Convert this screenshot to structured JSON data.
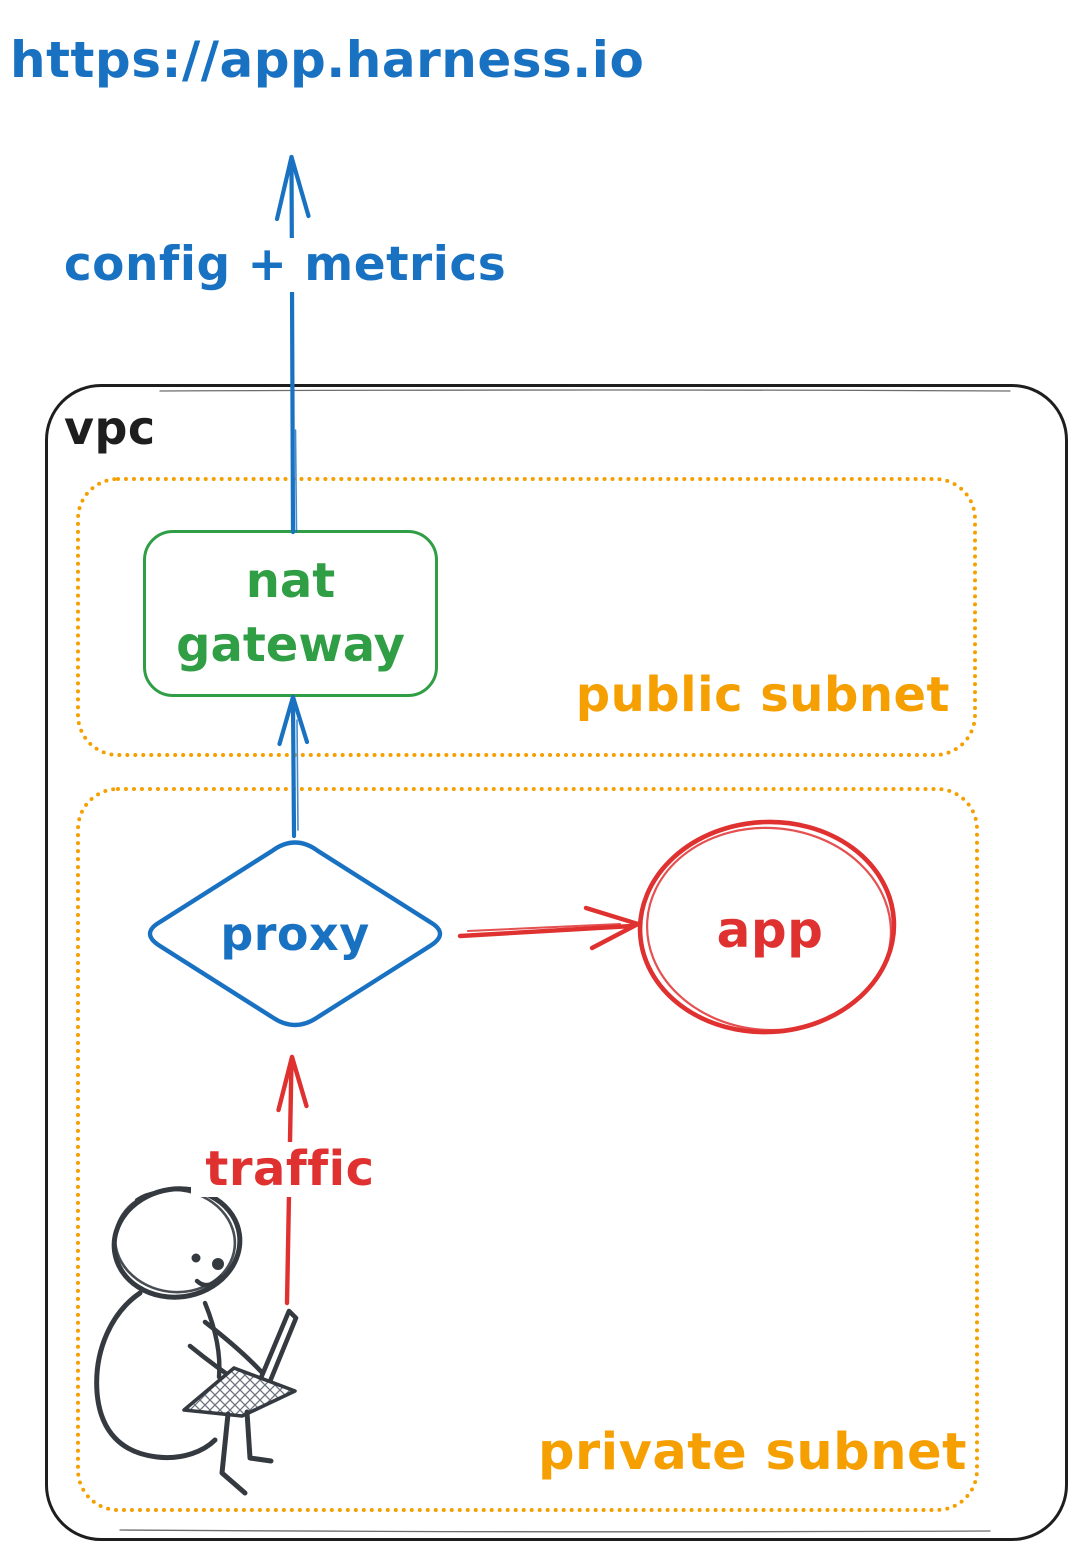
{
  "scene": {
    "url_endpoint": "https://app.harness.io",
    "config_arrow_label": "config + metrics",
    "vpc_label": "vpc",
    "public_subnet_label": "public subnet",
    "private_subnet_label": "private subnet",
    "nat_gateway_line1": "nat",
    "nat_gateway_line2": "gateway",
    "proxy_label": "proxy",
    "app_label": "app",
    "traffic_label": "traffic"
  },
  "colors": {
    "blue": "#1971c2",
    "green": "#2f9e44",
    "red": "#e03131",
    "orange": "#f59f00",
    "ink": "#1e1e1e",
    "figure": "#343a40"
  },
  "structure": {
    "containers": [
      {
        "id": "vpc",
        "label": "vpc",
        "style": "solid-black-rounded"
      },
      {
        "id": "public-subnet",
        "label": "public subnet",
        "parent": "vpc",
        "style": "dotted-orange-rounded"
      },
      {
        "id": "private-subnet",
        "label": "private subnet",
        "parent": "vpc",
        "style": "dotted-orange-rounded"
      }
    ],
    "nodes": [
      {
        "id": "harness-url",
        "label": "https://app.harness.io",
        "shape": "text",
        "color": "blue",
        "location": "outside-vpc-top"
      },
      {
        "id": "nat-gateway",
        "label": "nat gateway",
        "shape": "rounded-rectangle",
        "color": "green",
        "container": "public-subnet"
      },
      {
        "id": "proxy",
        "label": "proxy",
        "shape": "diamond",
        "color": "blue",
        "container": "private-subnet"
      },
      {
        "id": "app",
        "label": "app",
        "shape": "ellipse",
        "color": "red",
        "container": "private-subnet"
      },
      {
        "id": "user",
        "label": "person with laptop",
        "shape": "sketch-illustration",
        "color": "figure",
        "container": "private-subnet"
      }
    ],
    "edges": [
      {
        "from": "nat-gateway",
        "to": "harness-url",
        "label": "config + metrics",
        "color": "blue",
        "direction": "up"
      },
      {
        "from": "proxy",
        "to": "nat-gateway",
        "label": "",
        "color": "blue",
        "direction": "up"
      },
      {
        "from": "proxy",
        "to": "app",
        "label": "",
        "color": "red",
        "direction": "right"
      },
      {
        "from": "user",
        "to": "proxy",
        "label": "traffic",
        "color": "red",
        "direction": "up"
      }
    ]
  }
}
